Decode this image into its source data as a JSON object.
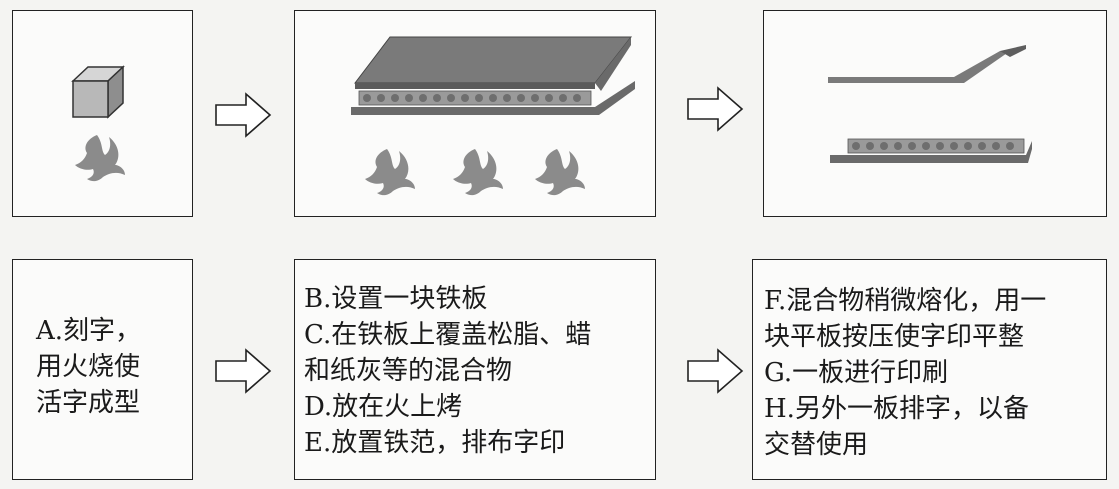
{
  "steps": {
    "a": "A.刻字，\n用火烧使\n活字成型",
    "b_to_e": "B.设置一块铁板\nC.在铁板上覆盖松脂、蜡\n和纸灰等的混合物\nD.放在火上烤\nE.放置铁范，排布字印",
    "f_to_h": "F.混合物稍微熔化，用一\n块平板按压使字印平整\nG.一板进行印刷\nH.另外一板排字，以备\n交替使用"
  },
  "icons": {
    "cube": "type-block-icon",
    "flame": "flame-icon",
    "plate": "iron-plate-icon",
    "arrow": "right-arrow-icon"
  }
}
